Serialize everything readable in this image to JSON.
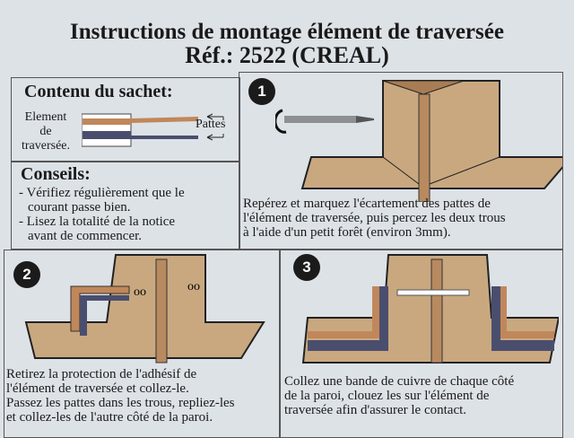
{
  "title": "Instructions de montage élément de traversée",
  "reference": "Réf.: 2522 (CREAL)",
  "contents": {
    "heading": "Contenu du sachet:",
    "element_label_1": "Element",
    "element_label_2": "de",
    "element_label_3": "traversée.",
    "tabs_label": "Pattes"
  },
  "advice": {
    "heading": "Conseils:",
    "items": [
      "- Vérifiez régulièrement que le",
      "courant passe bien.",
      "- Lisez la totalité de la notice",
      "avant de commencer."
    ]
  },
  "steps": [
    {
      "number": "1",
      "lines": [
        "Repérez et marquez l'écartement des pattes de",
        "l'élément de traversée, puis percez les deux trous",
        "à l'aide d'un petit forêt (environ 3mm)."
      ]
    },
    {
      "number": "2",
      "lines": [
        "Retirez la protection de l'adhésif de",
        "l'élément de traversée et collez-le.",
        "Passez les pattes dans les trous, repliez-les",
        "et collez-les de l'autre côté de la paroi."
      ]
    },
    {
      "number": "3",
      "lines": [
        "Collez une bande de cuivre de chaque côté",
        "de la paroi, clouez les sur l'élément de",
        "traversée afin d'assurer le contact."
      ]
    }
  ],
  "colors": {
    "copper": "#c0875a",
    "blue": "#4a4e6e",
    "wood": "#c9a880",
    "wood_dark": "#a87d55"
  }
}
